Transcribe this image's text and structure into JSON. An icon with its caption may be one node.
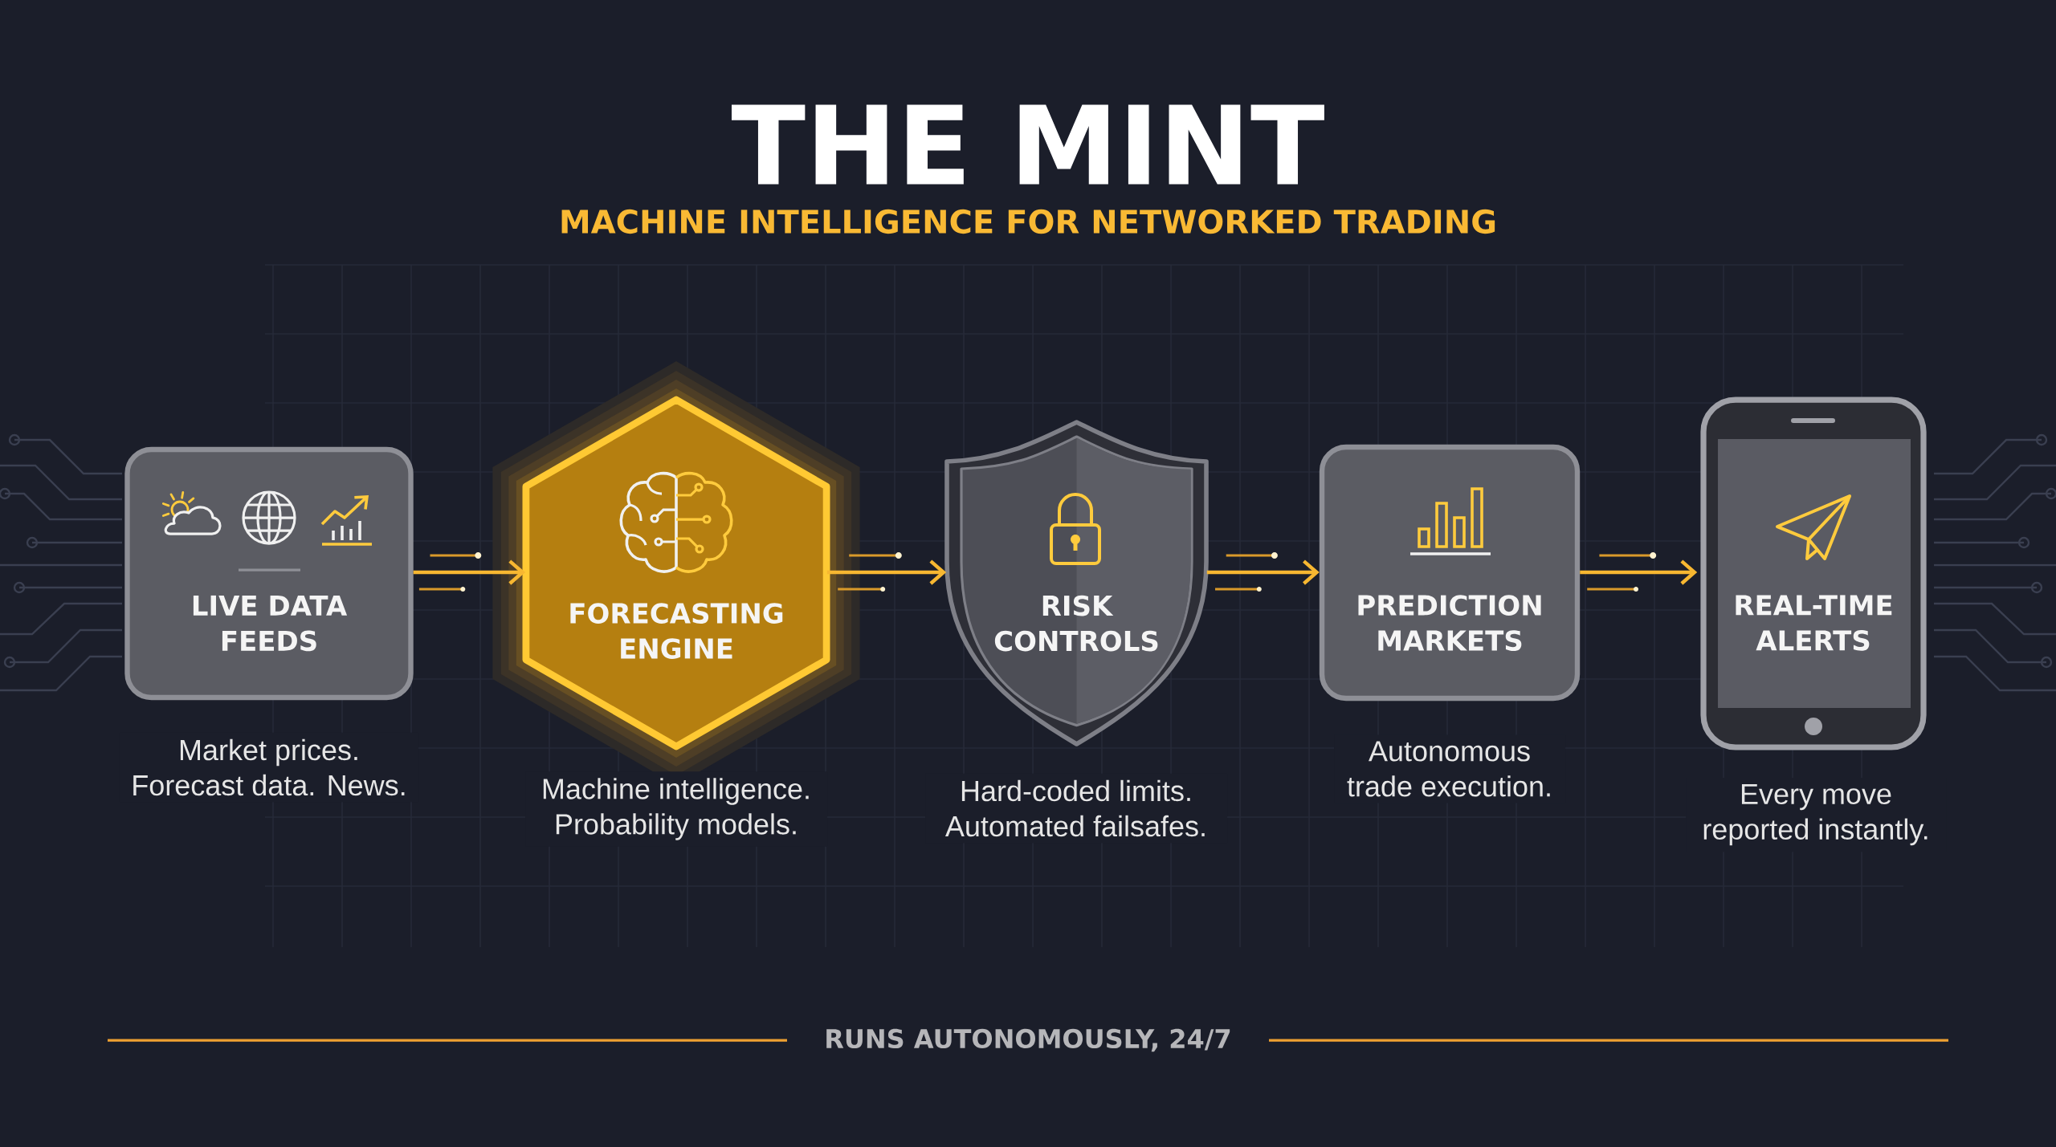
{
  "diagram": {
    "title": "THE MINT",
    "nodes": [
      {
        "text": [
          "LIVE DATA FEEDS"
        ],
        "beside": [
          "Market prices. Forecast data. News."
        ]
      },
      {
        "text": [
          "FORECASTING ENGINE"
        ],
        "beside": [
          "Machine intelligence. Probability models."
        ]
      },
      {
        "text": [
          "RISK CONTROLS"
        ],
        "beside": [
          "Hard-coded limits. Automated failsafes."
        ]
      },
      {
        "text": [
          "PREDICTION MARKETS"
        ],
        "beside": [
          "Autonomous trade execution."
        ]
      },
      {
        "text": [
          "REAL-TIME ALERTS"
        ],
        "beside": [
          "Every move reported instantly."
        ]
      }
    ],
    "edges": [
      {
        "from": 0,
        "to": 1,
        "arrow": "to"
      },
      {
        "from": 1,
        "to": 2,
        "arrow": "to"
      },
      {
        "from": 2,
        "to": 3,
        "arrow": "to"
      },
      {
        "from": 3,
        "to": 4,
        "arrow": "to"
      }
    ],
    "labels": [
      "MACHINE INTELLIGENCE FOR NETWORKED TRADING",
      "RUNS AUTONOMOUSLY, 24/7"
    ]
  }
}
